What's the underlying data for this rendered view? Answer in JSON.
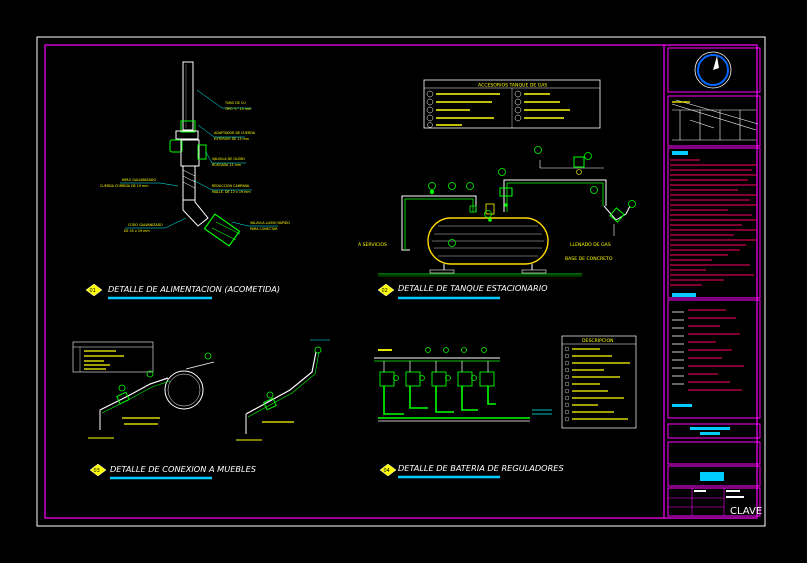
{
  "colors": {
    "background": "#000000",
    "frame": "#ff00ff",
    "pipe": "#ffffff",
    "pipe_green": "#00ff00",
    "valve_green": "#00cc66",
    "label_yellow": "#ffff00",
    "label_cyan": "#00ffff",
    "title_underline": "#00ccff",
    "tank": "#ffd700",
    "number_badge": "#ffff00"
  },
  "details": [
    {
      "number": "01",
      "title": "DETALLE DE ALIMENTACION (ACOMETIDA)"
    },
    {
      "number": "02",
      "title": "DETALLE DE TANQUE ESTACIONARIO"
    },
    {
      "number": "03",
      "title": "DETALLE DE CONEXION A MUEBLES"
    },
    {
      "number": "04",
      "title": "DETALLE DE BATERIA DE REGULADORES"
    }
  ],
  "tank_detail": {
    "table_title": "ACCESORIOS TANQUE DE GAS",
    "left_label": "A SERVICIOS",
    "right_label": "LLENADO DE GAS",
    "base_label": "BASE DE CONCRETO"
  },
  "regulator_detail": {
    "table_title": "DESCRIPCION"
  },
  "title_block": {
    "sheet_key_label": "CLAVE"
  },
  "icons": [
    "north-arrow-icon",
    "key-plan-icon"
  ]
}
